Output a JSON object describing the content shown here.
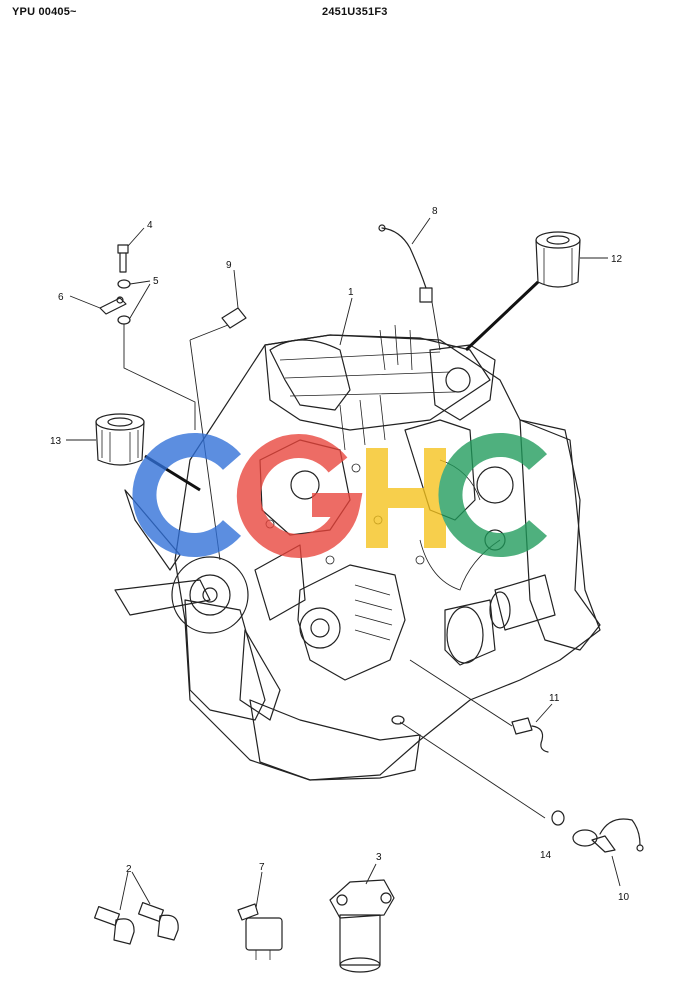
{
  "header": {
    "serial_range": "YPU 00405~",
    "drawing_number": "2451U351F3"
  },
  "part_callouts": [
    "1",
    "2",
    "3",
    "4",
    "5",
    "6",
    "7",
    "8",
    "9",
    "10",
    "11",
    "12",
    "13",
    "14"
  ],
  "watermark": {
    "text": "CGHC",
    "colors": [
      "#2f6fd8",
      "#e9433a",
      "#f5c21b",
      "#1e9a5a"
    ]
  }
}
